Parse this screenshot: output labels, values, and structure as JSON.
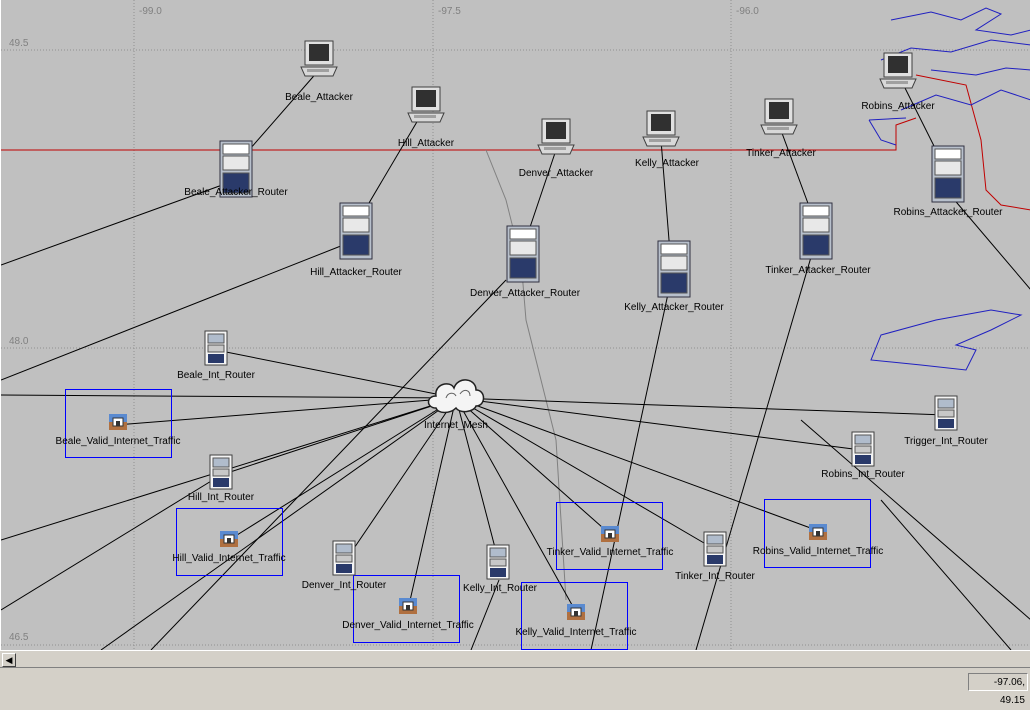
{
  "grid": {
    "lon_labels": [
      "-99.0",
      "-97.5",
      "-96.0"
    ],
    "lat_labels": [
      "49.5",
      "48.0",
      "46.5"
    ]
  },
  "nodes": {
    "beale_attacker": "Beale_Attacker",
    "hill_attacker": "Hill_Attacker",
    "denver_attacker": "Denver_Attacker",
    "kelly_attacker": "Kelly_Attacker",
    "tinker_attacker": "Tinker_Attacker",
    "robins_attacker": "Robins_Attacker",
    "beale_attacker_router": "Beale_Attacker_Router",
    "hill_attacker_router": "Hill_Attacker_Router",
    "denver_attacker_router": "Denver_Attacker_Router",
    "kelly_attacker_router": "Kelly_Attacker_Router",
    "tinker_attacker_router": "Tinker_Attacker_Router",
    "robins_attacker_router": "Robins_Attacker_Router",
    "beale_int_router": "Beale_Int_Router",
    "hill_int_router": "Hill_Int_Router",
    "denver_int_router": "Denver_Int_Router",
    "kelly_int_router": "Kelly_Int_Router",
    "tinker_int_router": "Tinker_Int_Router",
    "robins_int_router": "Robins_Int_Router",
    "trigger_int_router": "Trigger_Int_Router",
    "internet_mesh": "Internet_Mesh",
    "beale_valid_internet_traffic": "Beale_Valid_Internet_Traffic",
    "hill_valid_internet_traffic": "Hill_Valid_Internet_Traffic",
    "denver_valid_internet_traffic": "Denver_Valid_Internet_Traffic",
    "kelly_valid_internet_traffic": "Kelly_Valid_Internet_Traffic",
    "tinker_valid_internet_traffic": "Tinker_Valid_Internet_Traffic",
    "robins_valid_internet_traffic": "Robins_Valid_Internet_Traffic"
  },
  "status": {
    "coordinates": "-97.06, 49.15"
  },
  "colors": {
    "canvas": "#c0c0c0",
    "selection": "#0000ff",
    "border_line": "#c00000",
    "state_line": "#0000cc",
    "link": "#000000"
  }
}
